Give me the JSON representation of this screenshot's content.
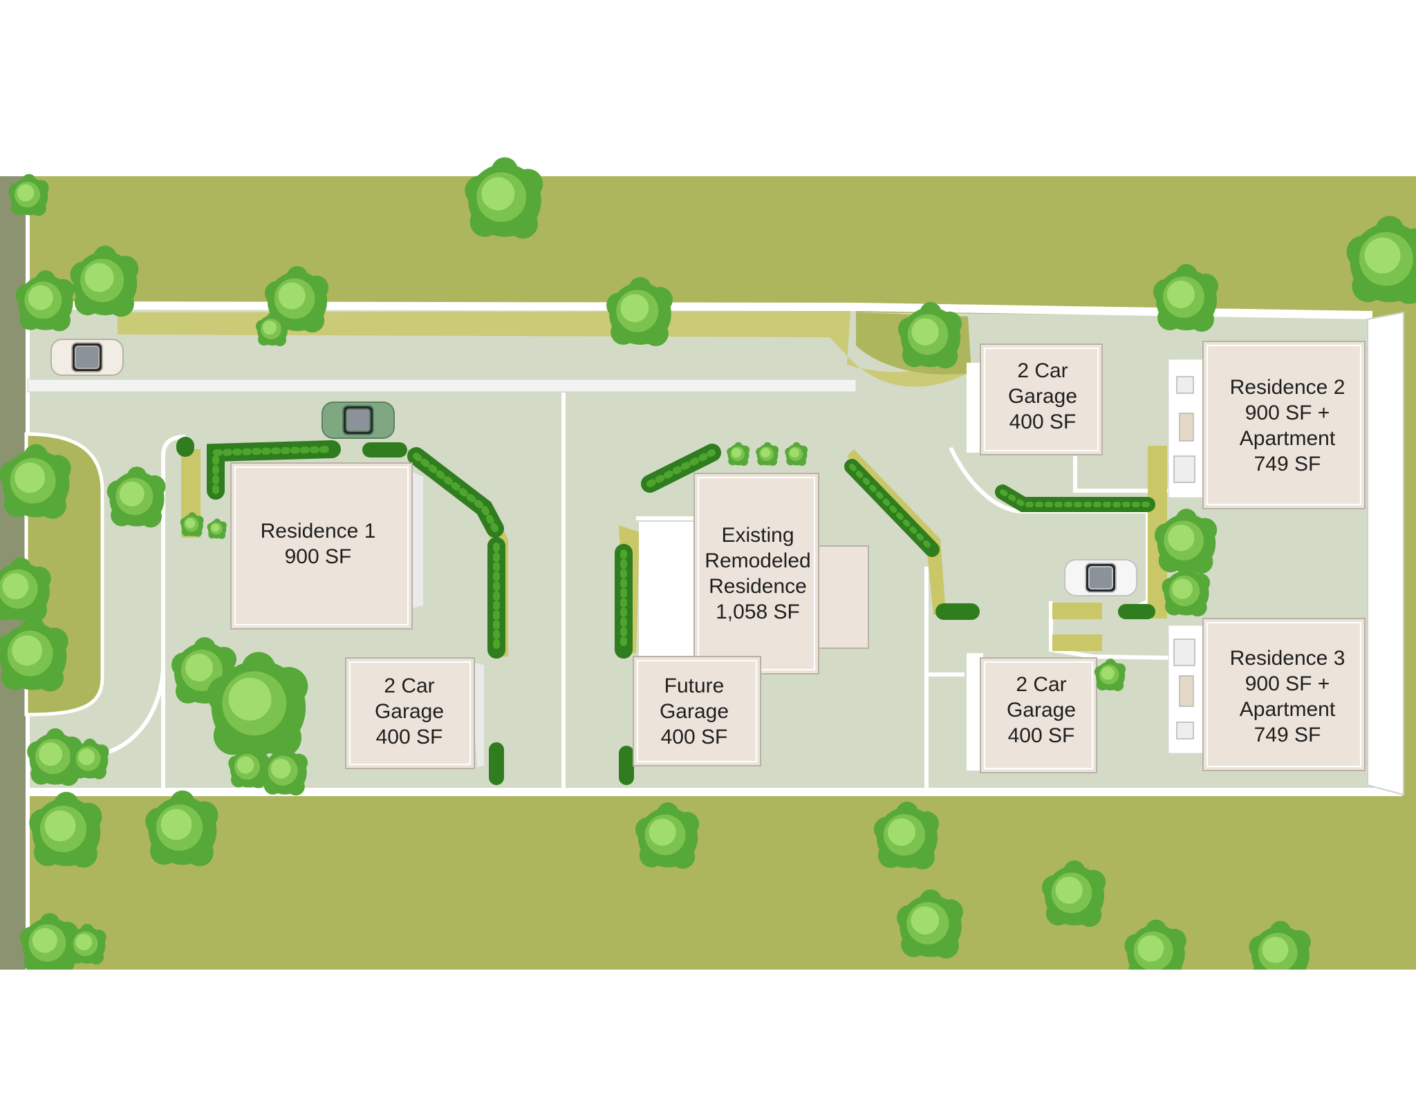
{
  "colors": {
    "lawn": "#adb65c",
    "pavement": "#d3dbc7",
    "building": "#ece4da",
    "road": "#8c9370",
    "tree_dark": "#56a838",
    "tree_light": "#a0dc6e",
    "hedge": "#2f7d1e",
    "planting_strip": "#c9c767"
  },
  "buildings": [
    {
      "id": "residence-1",
      "lines": [
        "Residence 1",
        "900 SF"
      ]
    },
    {
      "id": "garage-1",
      "lines": [
        "2 Car",
        "Garage",
        "400 SF"
      ]
    },
    {
      "id": "existing-residence",
      "lines": [
        "Existing",
        "Remodeled",
        "Residence",
        "1,058 SF"
      ]
    },
    {
      "id": "future-garage",
      "lines": [
        "Future",
        "Garage",
        "400 SF"
      ]
    },
    {
      "id": "garage-2",
      "lines": [
        "2 Car",
        "Garage",
        "400 SF"
      ]
    },
    {
      "id": "garage-3",
      "lines": [
        "2 Car",
        "Garage",
        "400 SF"
      ]
    },
    {
      "id": "residence-2",
      "lines": [
        "Residence 2",
        "900 SF +",
        "Apartment",
        "749 SF"
      ]
    },
    {
      "id": "residence-3",
      "lines": [
        "Residence 3",
        "900 SF +",
        "Apartment",
        "749 SF"
      ]
    }
  ],
  "icons": {
    "car": "car-icon",
    "tree": "tree-icon",
    "hedge": "hedge-icon"
  }
}
